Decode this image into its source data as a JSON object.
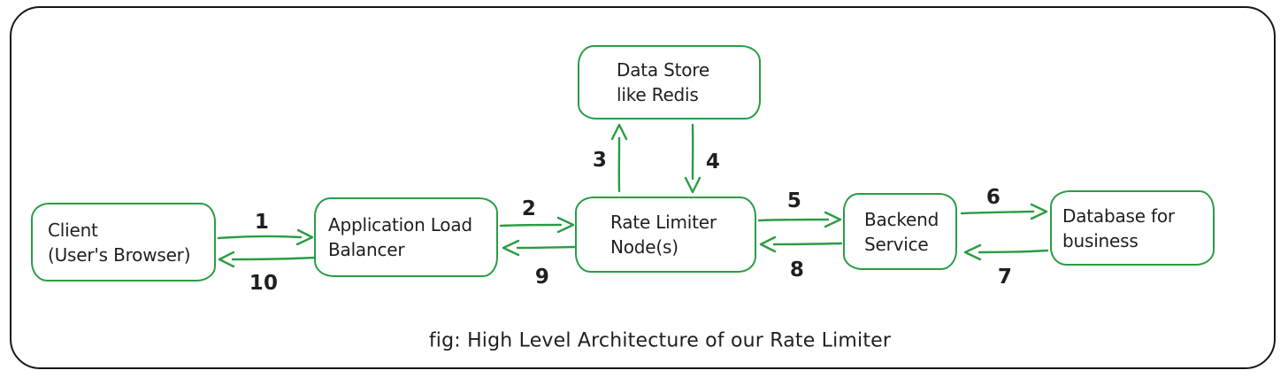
{
  "diagram": {
    "caption": "fig: High Level Architecture of our Rate Limiter",
    "colors": {
      "stroke_green": "#2a9d44",
      "text_ink": "#1f1f1f",
      "frame_black": "#181818",
      "background": "#ffffff"
    },
    "nodes": [
      {
        "id": "client",
        "lines": [
          "Client",
          "(User's Browser)"
        ]
      },
      {
        "id": "load-balancer",
        "lines": [
          "Application Load",
          "Balancer"
        ]
      },
      {
        "id": "rate-limiter",
        "lines": [
          "Rate Limiter",
          "Node(s)"
        ]
      },
      {
        "id": "data-store",
        "lines": [
          "Data Store",
          "like Redis"
        ]
      },
      {
        "id": "backend",
        "lines": [
          "Backend",
          "Service"
        ]
      },
      {
        "id": "database",
        "lines": [
          "Database for",
          "business"
        ]
      }
    ],
    "arrows": [
      {
        "label": "1",
        "from": "client",
        "to": "load-balancer"
      },
      {
        "label": "2",
        "from": "load-balancer",
        "to": "rate-limiter"
      },
      {
        "label": "3",
        "from": "rate-limiter",
        "to": "data-store"
      },
      {
        "label": "4",
        "from": "data-store",
        "to": "rate-limiter"
      },
      {
        "label": "5",
        "from": "rate-limiter",
        "to": "backend"
      },
      {
        "label": "6",
        "from": "backend",
        "to": "database"
      },
      {
        "label": "7",
        "from": "database",
        "to": "backend"
      },
      {
        "label": "8",
        "from": "backend",
        "to": "rate-limiter"
      },
      {
        "label": "9",
        "from": "rate-limiter",
        "to": "load-balancer"
      },
      {
        "label": "10",
        "from": "load-balancer",
        "to": "client"
      }
    ]
  }
}
